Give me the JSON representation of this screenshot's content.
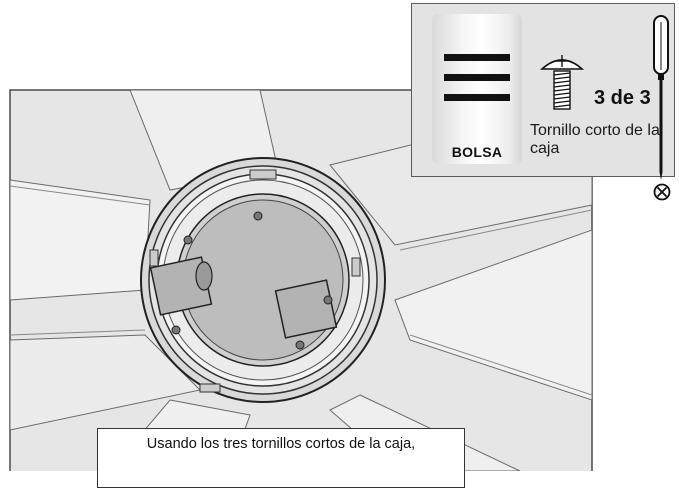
{
  "inset": {
    "bag_label": "BOLSA",
    "screw_count": "3 de 3",
    "screw_description": "Tornillo corto de la caja"
  },
  "caption": {
    "line1": "Usando los tres tornillos cortos de la caja,",
    "line2": ""
  },
  "icons": {
    "no_power_tool": "circle-x-icon",
    "screwdriver": "screwdriver-icon",
    "screw": "screw-icon"
  }
}
